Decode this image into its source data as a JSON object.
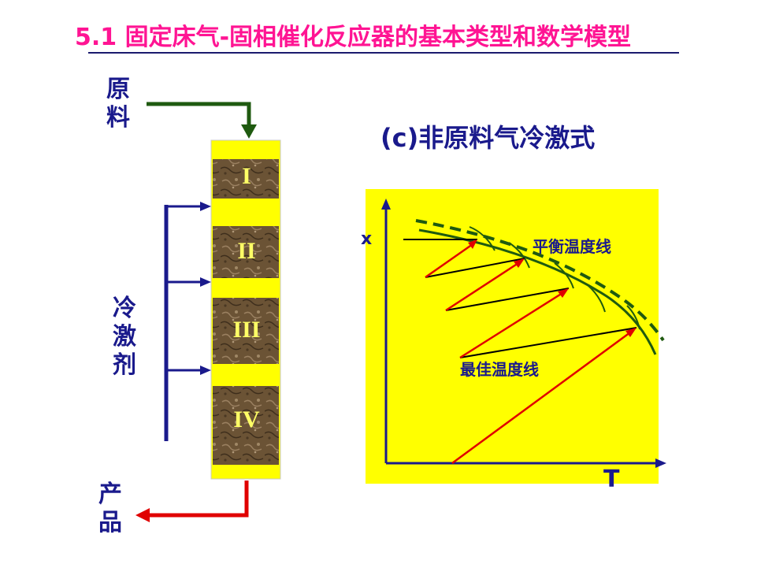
{
  "title": "5.1   固定床气-固相催化反应器的基本类型和数学模型",
  "labels": {
    "feed": "原料",
    "quench": "冷激剂",
    "product": "产品"
  },
  "subtitle": "(c)非原料气冷激式",
  "reactor": {
    "beds": [
      "I",
      "II",
      "III",
      "IV"
    ]
  },
  "graph": {
    "x_axis_label": "T",
    "y_axis_label": "x",
    "equilibrium_label": "平衡温度线",
    "optimum_label": "最佳温度线"
  },
  "colors": {
    "title": "#ff1493",
    "text": "#1a1a8c",
    "feed_arrow": "#1f5a10",
    "quench_arrow": "#1a1a8c",
    "product_arrow": "#e00000",
    "graph_bg": "#ffff00",
    "reaction_line": "#e00000",
    "quench_line": "#000000",
    "equilibrium_curve": "#1f5a10",
    "optimum_curve": "#1f5a10",
    "bed_fill": "#6b5335",
    "bed_label": "#ffff66"
  }
}
